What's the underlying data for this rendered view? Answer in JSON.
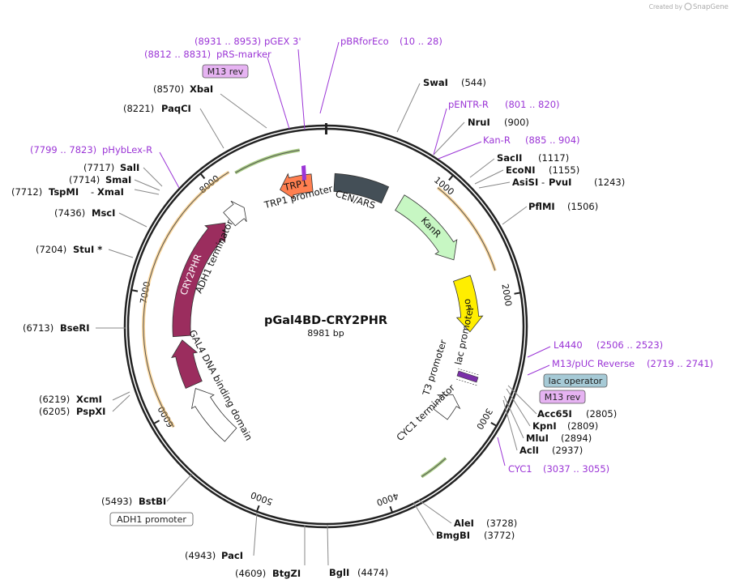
{
  "watermark": {
    "prefix": "Created by",
    "brand": "SnapGene"
  },
  "plasmid": {
    "name": "pGal4BD-CRY2PHR",
    "length_label": "8981 bp",
    "length": 8981
  },
  "colors": {
    "primer": "#9b35d6",
    "site_line": "#888888",
    "backbone": "#222222",
    "TRP1": "#ff7f50",
    "CEN_ARS": "#444f57",
    "KanR": "#c7f7c3",
    "ori": "#ffee00",
    "CRY2PHR": "#9b2d5e",
    "GAL4": "#9b2d5e",
    "white_feature": "#ffffff",
    "orf_inner": "#5ea11b",
    "orf_outer": "#f7b64d",
    "lac_operator": "#a6cad6",
    "M13_label": "#e6b3f2"
  },
  "ticks": [
    {
      "pos": 1000,
      "label": "1000"
    },
    {
      "pos": 2000,
      "label": "2000"
    },
    {
      "pos": 3000,
      "label": "3000"
    },
    {
      "pos": 4000,
      "label": "4000"
    },
    {
      "pos": 5000,
      "label": "5000"
    },
    {
      "pos": 6000,
      "label": "6000"
    },
    {
      "pos": 7000,
      "label": "7000"
    },
    {
      "pos": 8000,
      "label": "8000"
    }
  ],
  "features": [
    {
      "name": "TRP1",
      "start": 8520,
      "end": 8845,
      "dir": -1,
      "color": "#ff7f50",
      "label": "TRP1"
    },
    {
      "name": "CEN/ARS",
      "start": 85,
      "end": 605,
      "dir": 0,
      "color": "#444f57"
    },
    {
      "name": "KanR",
      "start": 770,
      "end": 1560,
      "dir": 1,
      "color": "#c7f7c3",
      "label": "KanR"
    },
    {
      "name": "ori",
      "start": 1760,
      "end": 2300,
      "dir": 1,
      "color": "#ffee00",
      "label": "ori"
    },
    {
      "name": "CYC1 terminator",
      "start": 2950,
      "end": 3180,
      "dir": -1,
      "color": "#ffffff"
    },
    {
      "name": "ADH1 promoter",
      "start": 5520,
      "end": 6100,
      "dir": 1,
      "color": "#ffffff"
    },
    {
      "name": "GAL4 DNA binding domain",
      "start": 6140,
      "end": 6600,
      "dir": 1,
      "color": "#9b2d5e"
    },
    {
      "name": "CRY2PHR",
      "start": 6640,
      "end": 7880,
      "dir": 1,
      "color": "#9b2d5e",
      "label": "CRY2PHR"
    },
    {
      "name": "ADH1 terminator",
      "start": 7935,
      "end": 8120,
      "dir": 1,
      "color": "#ffffff"
    }
  ],
  "feature_labels": {
    "trp1_promoter": "TRP1 promoter",
    "cen_ars": "CEN/ARS",
    "adh1_terminator": "ADH1 terminator",
    "gal4": "GAL4 DNA binding domain",
    "t3_promoter": "T3 promoter",
    "lac_promoter": "lac promoter",
    "cyc1_terminator": "CYC1 terminator",
    "adh1_promoter_box": "ADH1 promoter"
  },
  "orf_arcs": [
    {
      "start": 8220,
      "end": 8770,
      "radius": 220,
      "color": "#5ea11b"
    },
    {
      "start": 970,
      "end": 1790,
      "radius": 220,
      "color": "#f7b64d"
    },
    {
      "start": 3435,
      "end": 3680,
      "radius": 220,
      "color": "#5ea11b"
    },
    {
      "start": 5900,
      "end": 8180,
      "radius": 225,
      "color": "#f7b64d"
    }
  ],
  "sites": [
    {
      "name": "SwaI",
      "pos": "(544)"
    },
    {
      "name": "NruI",
      "pos": "(900)"
    },
    {
      "name": "SacII",
      "pos": "(1117)"
    },
    {
      "name": "EcoNI",
      "pos": "(1155)"
    },
    {
      "name": "AsiSI",
      "name2": "PvuI",
      "pos": "(1243)"
    },
    {
      "name": "PflMI",
      "pos": "(1506)"
    },
    {
      "name": "Acc65I",
      "pos": "(2805)"
    },
    {
      "name": "KpnI",
      "pos": "(2809)"
    },
    {
      "name": "MluI",
      "pos": "(2894)"
    },
    {
      "name": "AclI",
      "pos": "(2937)"
    },
    {
      "name": "AleI",
      "pos": "(3728)"
    },
    {
      "name": "BmgBI",
      "pos": "(3772)"
    },
    {
      "name": "BglI",
      "pos": "(4474)"
    },
    {
      "name": "BtgZI",
      "pos": "(4609)"
    },
    {
      "name": "PacI",
      "pos": "(4943)"
    },
    {
      "name": "BstBI",
      "pos": "(5493)"
    },
    {
      "name": "PspXI",
      "pos": "(6205)"
    },
    {
      "name": "XcmI",
      "pos": "(6219)"
    },
    {
      "name": "BseRI",
      "pos": "(6713)"
    },
    {
      "name": "StuI *",
      "pos": "(7204)"
    },
    {
      "name": "MscI",
      "pos": "(7436)"
    },
    {
      "name": "TspMI",
      "name2": "XmaI",
      "pos": "(7712)"
    },
    {
      "name": "SmaI",
      "pos": "(7714)"
    },
    {
      "name": "SalI",
      "pos": "(7717)"
    },
    {
      "name": "PaqCI",
      "pos": "(8221)"
    },
    {
      "name": "XbaI",
      "pos": "(8570)"
    }
  ],
  "primers": [
    {
      "name": "pGEX 3'",
      "range": "(8931 .. 8953)"
    },
    {
      "name": "pBRforEco",
      "range": "(10 .. 28)"
    },
    {
      "name": "pRS-marker",
      "range": "(8812 .. 8831)"
    },
    {
      "name": "pENTR-R",
      "range": "(801 .. 820)"
    },
    {
      "name": "Kan-R",
      "range": "(885 .. 904)"
    },
    {
      "name": "pHybLex-R",
      "range": "(7799 .. 7823)"
    },
    {
      "name": "L4440",
      "range": "(2506 .. 2523)"
    },
    {
      "name": "M13/pUC Reverse",
      "range": "(2719 .. 2741)"
    },
    {
      "name": "CYC1",
      "range": "(3037 .. 3055)"
    }
  ],
  "boxed_labels": [
    {
      "name": "M13 rev top",
      "text": "M13 rev"
    },
    {
      "name": "lac operator",
      "text": "lac operator"
    },
    {
      "name": "M13 rev right",
      "text": "M13 rev"
    }
  ]
}
